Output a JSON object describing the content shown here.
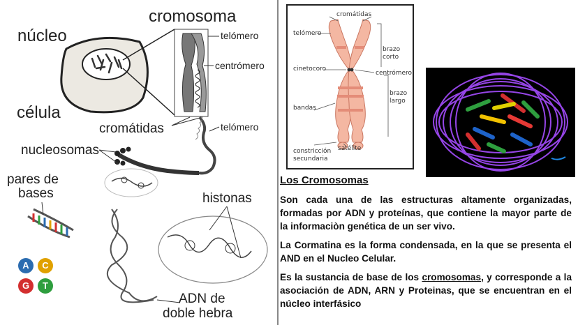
{
  "left_labels": {
    "nucleo": "núcleo",
    "cromosoma": "cromosoma",
    "celula": "célula",
    "telomero_top": "telómero",
    "centromero": "centrómero",
    "cromatidas": "cromátidas",
    "telomero_bottom": "telómero",
    "nucleosomas": "nucleosomas",
    "pares_de": "pares de",
    "bases": "bases",
    "histonas": "histonas",
    "adn_de": "ADN de",
    "doble_hebra": "doble hebra"
  },
  "bases": [
    {
      "letter": "A",
      "color": "#2b6cb0"
    },
    {
      "letter": "C",
      "color": "#e0a100"
    },
    {
      "letter": "G",
      "color": "#d32f2f"
    },
    {
      "letter": "T",
      "color": "#2e9e3e"
    }
  ],
  "chromosome_diagram": {
    "cromatidas": "cromátidas",
    "telomero": "telómero",
    "brazo_corto_1": "brazo",
    "brazo_corto_2": "corto",
    "cinetocoro": "cinetocoro",
    "centromero": "centrómero",
    "brazo_largo_1": "brazo",
    "brazo_largo_2": "largo",
    "bandas": "bandas",
    "constriccion_1": "constricción",
    "constriccion_2": "secundaria",
    "satelite": "satélite"
  },
  "text": {
    "title": "Los Cromosomas",
    "p1": "Son cada una de las estructuras altamente organizadas, formadas por ADN y proteínas, que contiene la mayor parte de la informaciòn genética de un ser vivo.",
    "p2": "La Cormatina es la forma condensada, en la que se presenta el AND en el Nucleo Celular.",
    "p3_before": "Es la sustancia de base de los ",
    "p3_link": "cromosomas",
    "p3_after": ", y corresponde a la asociación de ADN, ARN y Proteinas, que se encuentran en el núcleo interfásico"
  },
  "colors": {
    "chromosome_fill": "#f4b7a2",
    "chromosome_band": "#e48c78",
    "protein_ribbon": "#a64dff"
  }
}
